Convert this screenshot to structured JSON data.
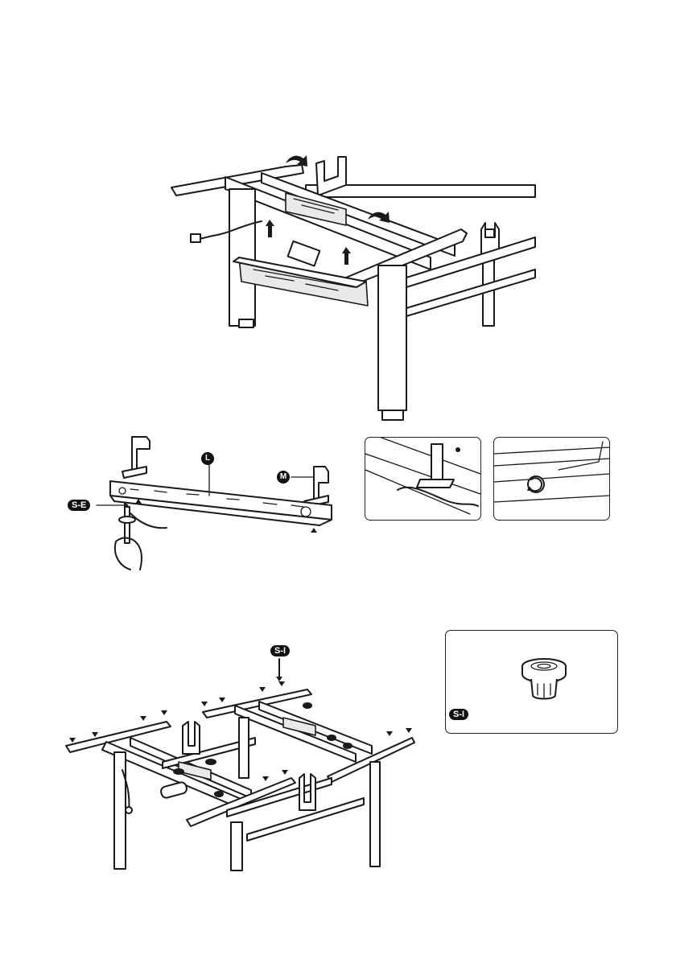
{
  "step_one": {
    "part_L": "L",
    "part_M": "M",
    "screw_label": "S-E"
  },
  "step_two": {
    "part_label": "S-I",
    "detail_label": "S-I"
  }
}
